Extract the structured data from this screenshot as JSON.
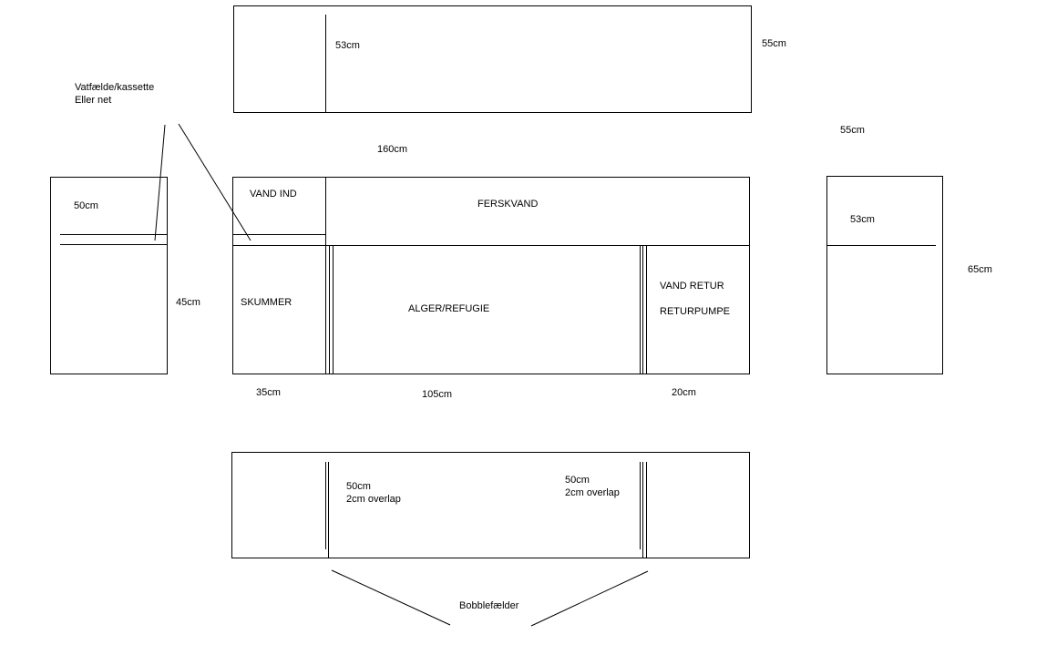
{
  "top_view": {
    "dim_53": "53cm",
    "dim_55": "55cm"
  },
  "front_view": {
    "overall_length": "160cm",
    "vand_ind": "VAND IND",
    "ferskvand": "FERSKVAND",
    "skummer": "SKUMMER",
    "alger_refugie": "ALGER/REFUGIE",
    "vand_retur": "VAND RETUR",
    "returpumpe": "RETURPUMPE",
    "width_35": "35cm",
    "width_105": "105cm",
    "width_20": "20cm"
  },
  "left_view": {
    "callout_line1": "Vatfælde/kassette",
    "callout_line2": "Eller net",
    "dim_50": "50cm",
    "dim_45": "45cm"
  },
  "right_view": {
    "dim_55": "55cm",
    "dim_53": "53cm",
    "dim_65": "65cm"
  },
  "bottom_view": {
    "left_height": "50cm",
    "left_overlap": "2cm overlap",
    "right_height": "50cm",
    "right_overlap": "2cm overlap",
    "bubble_traps": "Bobblefælder"
  }
}
